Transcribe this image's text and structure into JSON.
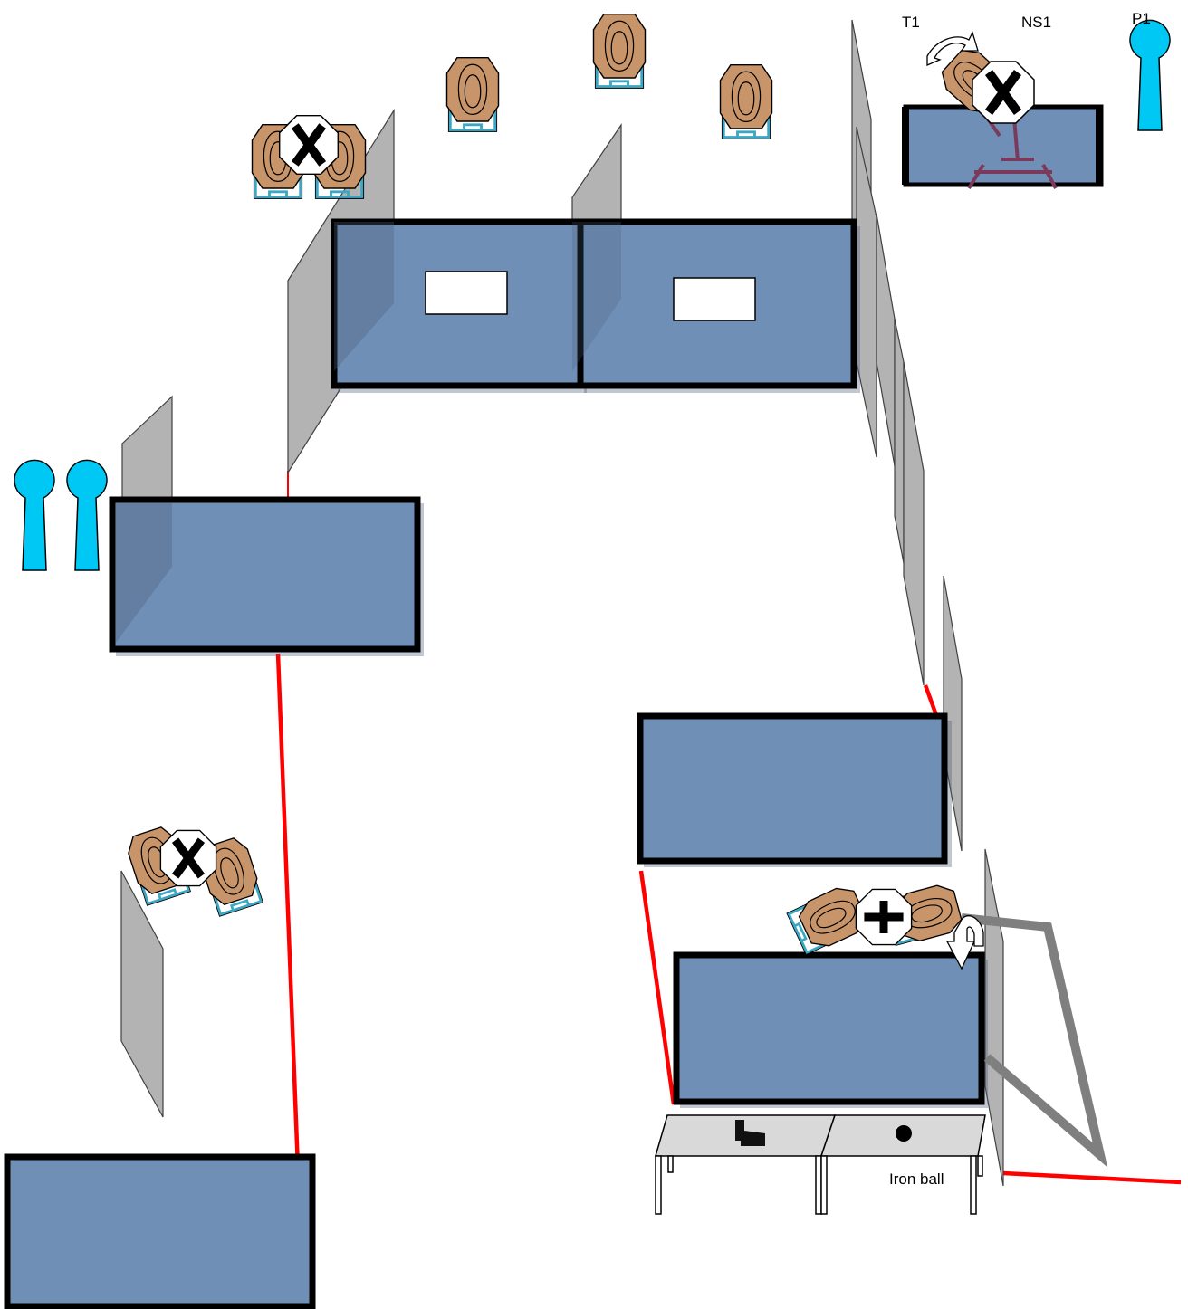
{
  "labels": {
    "t1": "T1",
    "ns1": "NS1",
    "p1": "P1",
    "iron_ball": "Iron ball"
  },
  "icons": {
    "popper": "popper-icon",
    "target": "paper-target-icon",
    "no_shoot": "no-shoot-icon",
    "pistol": "pistol-icon",
    "iron_ball": "iron-ball-icon",
    "rotate_arrow": "rotate-arrow-icon"
  },
  "colors": {
    "barricade": "#6f8fb6",
    "wall": "#b3b3b3",
    "fault_line": "#ff0000",
    "popper": "#00c8f5",
    "target": "#c8956a",
    "frame": "#7f7f7f"
  }
}
